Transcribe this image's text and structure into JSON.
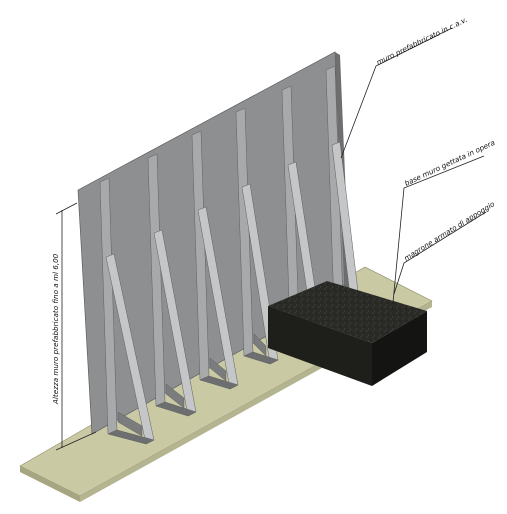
{
  "labels": {
    "wall": "muro prefabbricato in c.a.v.",
    "base": "base muro gettata in opera",
    "magrone": "magrone armato di appoggio",
    "height": "Altezza muro prefabbricato fino a ml 6,00"
  },
  "colors": {
    "wall_face": "#8e8f91",
    "rib_light": "#c5c6c7",
    "rib_mid": "#a8a9ab",
    "rib_dark": "#6d6e70",
    "base_top": "#2a2b27",
    "base_side": "#1a1b18",
    "slab_top": "#c9c9a4",
    "slab_side": "#9d9d7b",
    "leader": "#222222"
  }
}
